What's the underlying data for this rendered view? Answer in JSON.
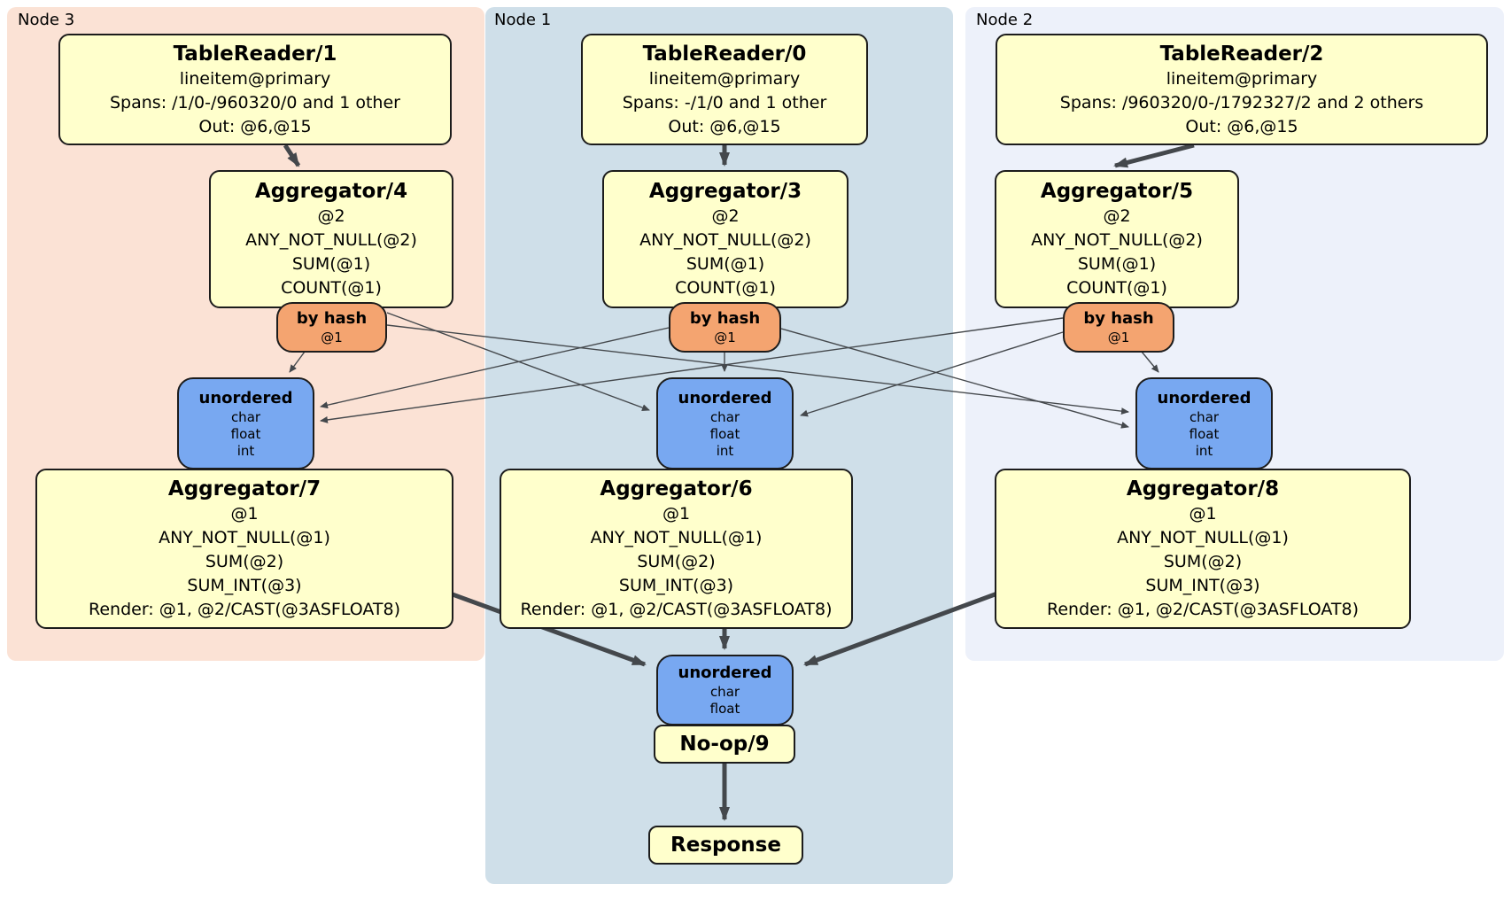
{
  "diagram": {
    "title_hint": "distributed SQL physical plan",
    "colors": {
      "node3_bg": "#fbe2d5",
      "node1_bg": "#cfdfe9",
      "node2_bg": "#edf1fa",
      "processor_fill": "#ffffcc",
      "router_fill": "#f4a470",
      "sync_fill": "#78a8f1",
      "edge": "#44484c"
    },
    "nodes": [
      {
        "label": "Node 3",
        "reader": {
          "title": "TableReader/1",
          "lines": [
            "lineitem@primary",
            "Spans: /1/0-/960320/0 and 1 other",
            "Out: @6,@15"
          ]
        },
        "aggregator_top": {
          "title": "Aggregator/4",
          "lines": [
            "@2",
            "ANY_NOT_NULL(@2)",
            "SUM(@1)",
            "COUNT(@1)"
          ]
        },
        "router": {
          "title": "by hash",
          "lines": [
            "@1"
          ]
        },
        "sync": {
          "title": "unordered",
          "lines": [
            "char",
            "float",
            "int"
          ]
        },
        "aggregator_bottom": {
          "title": "Aggregator/7",
          "lines": [
            "@1",
            "ANY_NOT_NULL(@1)",
            "SUM(@2)",
            "SUM_INT(@3)",
            "Render: @1, @2/CAST(@3ASFLOAT8)"
          ]
        }
      },
      {
        "label": "Node 1",
        "reader": {
          "title": "TableReader/0",
          "lines": [
            "lineitem@primary",
            "Spans: -/1/0 and 1 other",
            "Out: @6,@15"
          ]
        },
        "aggregator_top": {
          "title": "Aggregator/3",
          "lines": [
            "@2",
            "ANY_NOT_NULL(@2)",
            "SUM(@1)",
            "COUNT(@1)"
          ]
        },
        "router": {
          "title": "by hash",
          "lines": [
            "@1"
          ]
        },
        "sync": {
          "title": "unordered",
          "lines": [
            "char",
            "float",
            "int"
          ]
        },
        "aggregator_bottom": {
          "title": "Aggregator/6",
          "lines": [
            "@1",
            "ANY_NOT_NULL(@1)",
            "SUM(@2)",
            "SUM_INT(@3)",
            "Render: @1, @2/CAST(@3ASFLOAT8)"
          ]
        }
      },
      {
        "label": "Node 2",
        "reader": {
          "title": "TableReader/2",
          "lines": [
            "lineitem@primary",
            "Spans: /960320/0-/1792327/2 and 2 others",
            "Out: @6,@15"
          ]
        },
        "aggregator_top": {
          "title": "Aggregator/5",
          "lines": [
            "@2",
            "ANY_NOT_NULL(@2)",
            "SUM(@1)",
            "COUNT(@1)"
          ]
        },
        "router": {
          "title": "by hash",
          "lines": [
            "@1"
          ]
        },
        "sync": {
          "title": "unordered",
          "lines": [
            "char",
            "float",
            "int"
          ]
        },
        "aggregator_bottom": {
          "title": "Aggregator/8",
          "lines": [
            "@1",
            "ANY_NOT_NULL(@1)",
            "SUM(@2)",
            "SUM_INT(@3)",
            "Render: @1, @2/CAST(@3ASFLOAT8)"
          ]
        }
      }
    ],
    "final": {
      "sync": {
        "title": "unordered",
        "lines": [
          "char",
          "float"
        ]
      },
      "noop": {
        "title": "No-op/9"
      },
      "response": {
        "title": "Response"
      }
    }
  }
}
